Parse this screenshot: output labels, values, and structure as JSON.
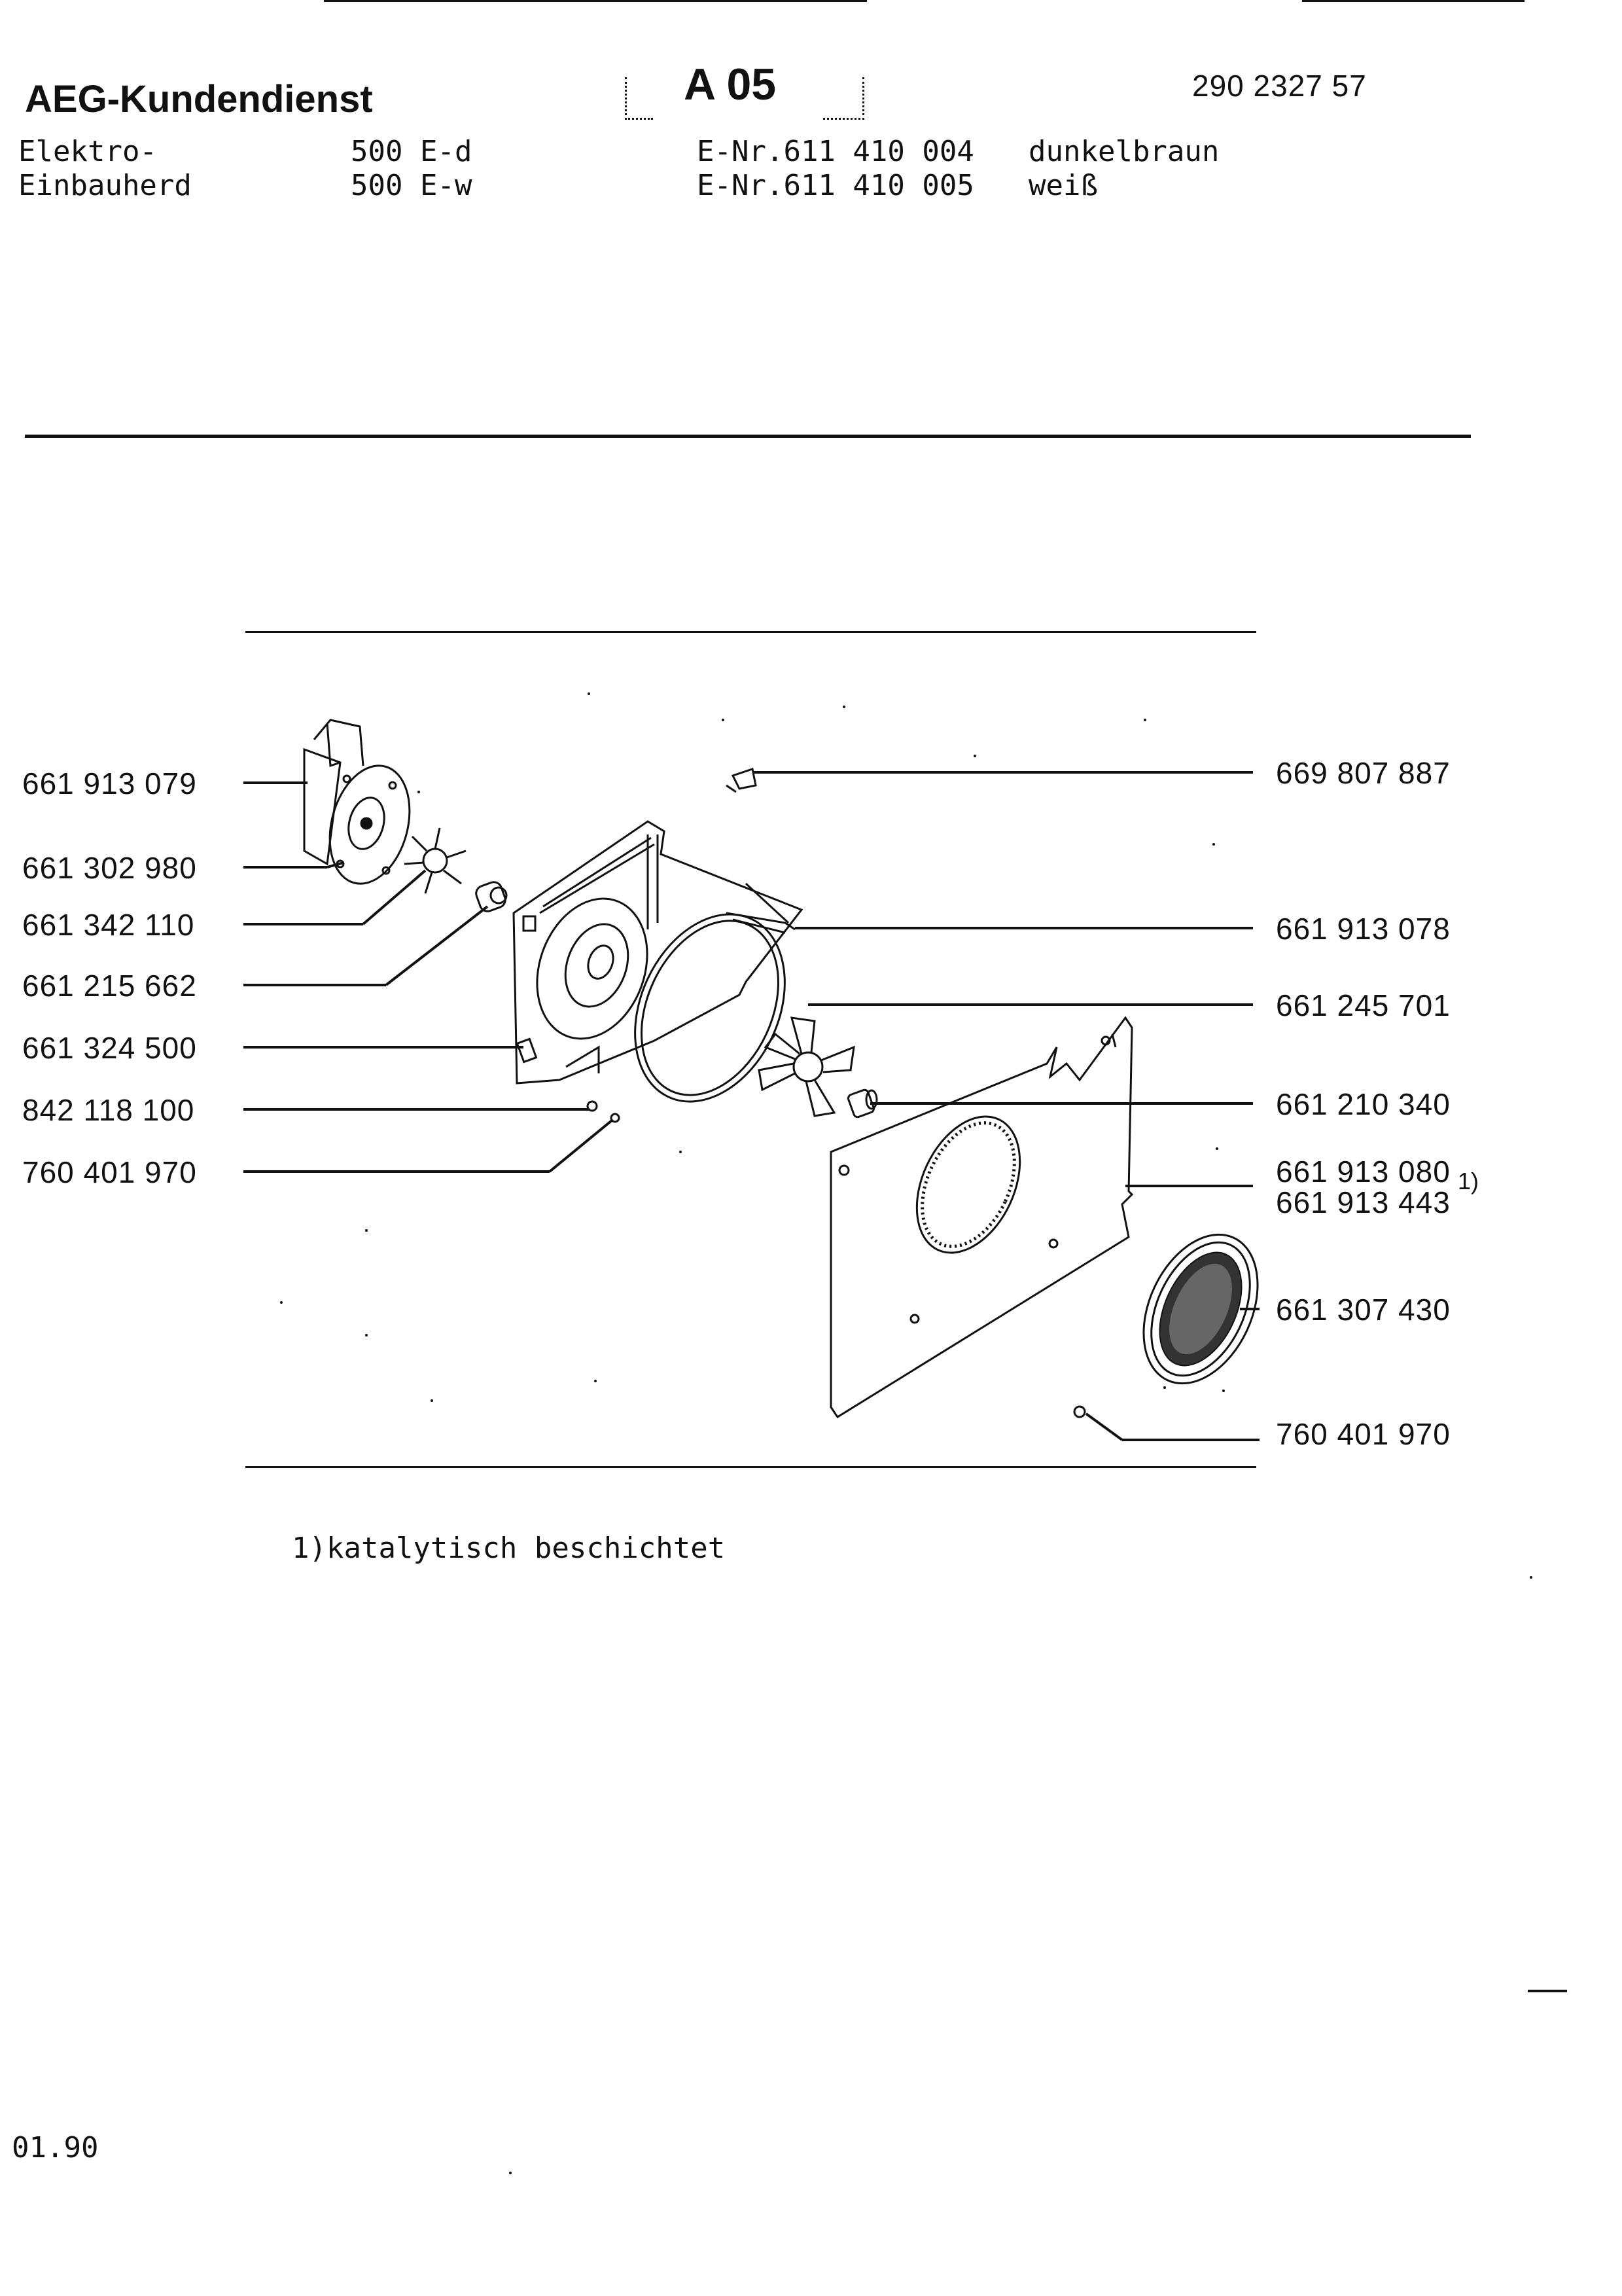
{
  "header": {
    "brand": "AEG-Kundendienst",
    "page_code": "A 05",
    "doc_number": "290 2327 57",
    "rows": [
      {
        "product": "Elektro-",
        "model": "500 E-d",
        "enr": "E-Nr.611 410 004",
        "color": "dunkelbraun"
      },
      {
        "product": "Einbauherd",
        "model": "500 E-w",
        "enr": "E-Nr.611 410 005",
        "color": "weiß"
      }
    ]
  },
  "diagram": {
    "left_labels": [
      "661 913 079",
      "661 302 980",
      "661 342 110",
      "661 215 662",
      "661 324 500",
      "842 118 100",
      "760 401 970"
    ],
    "right_labels": [
      "669 807 887",
      "661 913 078",
      "661 245 701",
      "661 210 340",
      "661 913 080",
      "661 913 443",
      "661 307 430",
      "760 401 970"
    ],
    "footnote_marker": "1)"
  },
  "footnote": "1)katalytisch beschichtet",
  "date": "01.90"
}
